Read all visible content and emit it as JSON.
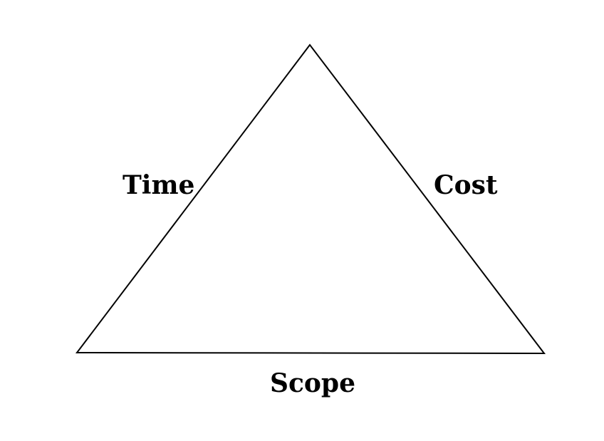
{
  "diagram": {
    "labels": {
      "left_side": "Time",
      "right_side": "Cost",
      "bottom_side": "Scope"
    },
    "colors": {
      "stroke": "#000000",
      "background": "#ffffff",
      "text": "#000000"
    }
  }
}
